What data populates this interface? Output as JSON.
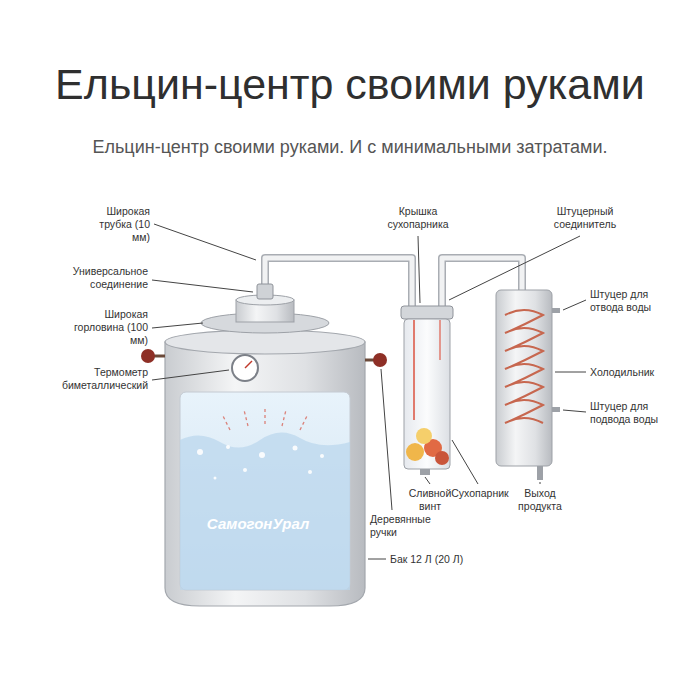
{
  "diagram": {
    "title": "Ельцин-центр своими руками",
    "caption": "Ельцин-центр своими руками. И с минимальными затратами.",
    "labels": [
      "Широкая трубка (10 мм)",
      "Универсальное соединение",
      "Широкая горловина (100 мм)",
      "Термометр биметаллический",
      "Крышка сухопарника",
      "Штуцерный соединитель",
      "Штуцер для отвода воды",
      "Холодильник",
      "Штуцер для подвода воды",
      "Сливной винт",
      "Сухопарник",
      "Выход продукта",
      "Деревянные ручки",
      "Бак 12 Л (20 Л)",
      "СамогонУрал"
    ]
  }
}
